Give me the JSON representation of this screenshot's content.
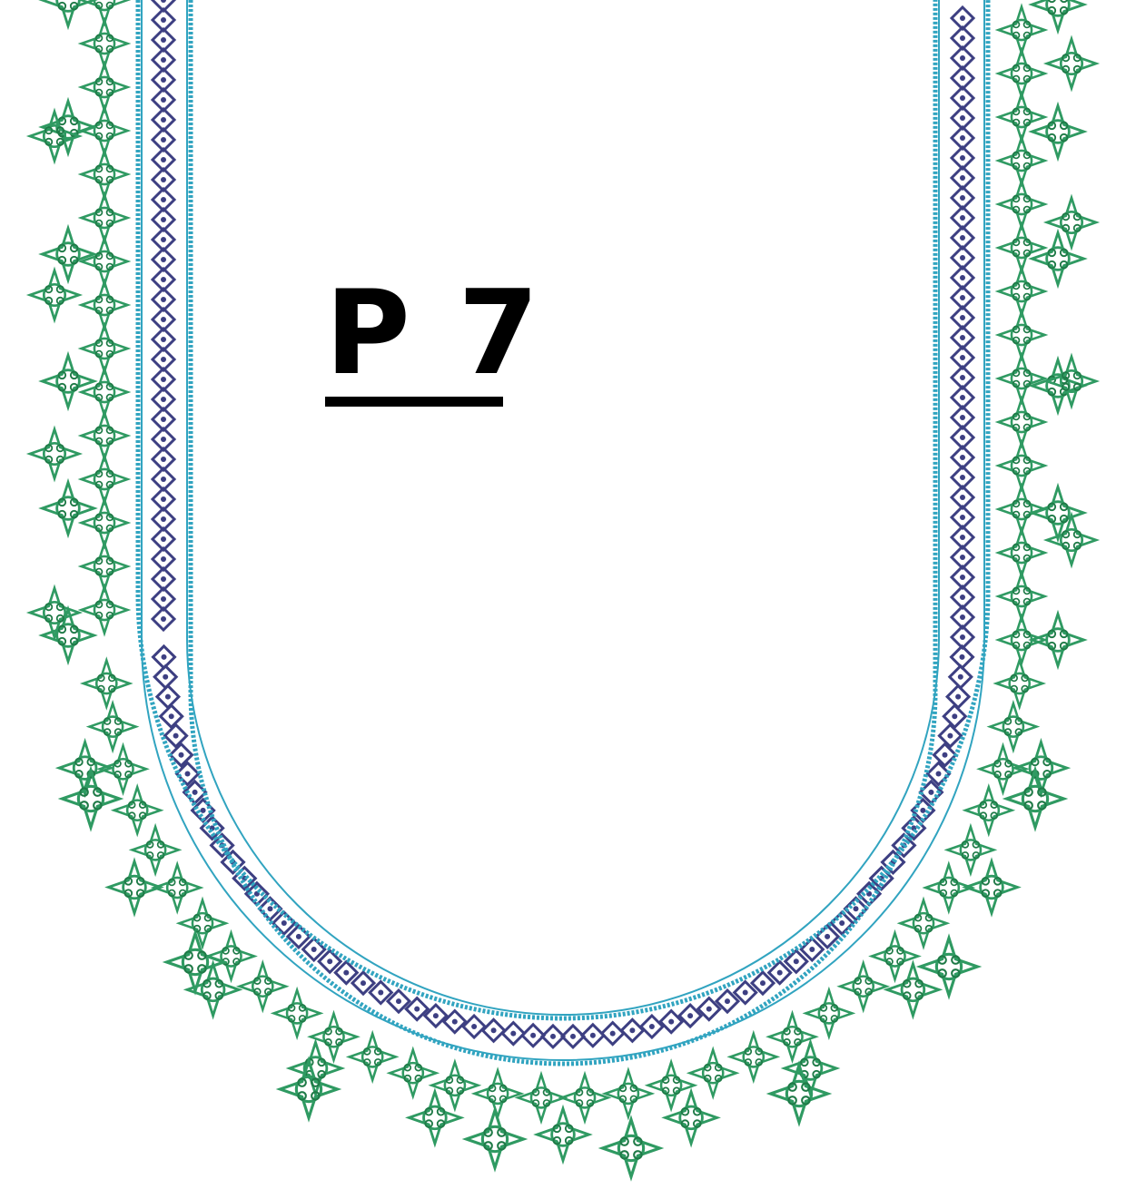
{
  "design": {
    "label": "P 7"
  },
  "colors": {
    "background": "#ffffff",
    "outer_lace": "#2f9a62",
    "outer_lace_dark": "#1f7a47",
    "inner_band": "#3d3f82",
    "border_stitch": "#31a4c0",
    "label": "#000000"
  },
  "icons": {
    "outer_motif": "four-point-lace-motif",
    "inner_motif": "diamond-lattice-motif"
  }
}
